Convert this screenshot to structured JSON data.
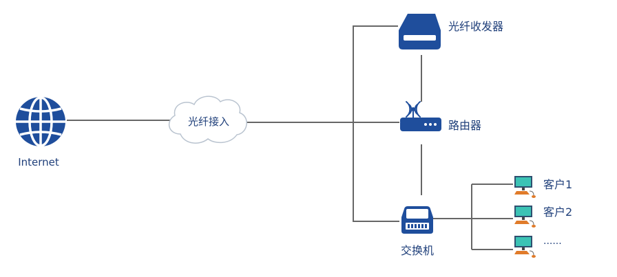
{
  "nodes": {
    "internet": {
      "label": "Internet",
      "icon": "globe-icon"
    },
    "fiber_access": {
      "label": "光纤接入",
      "icon": "cloud-icon"
    },
    "transceiver": {
      "label": "光纤收发器",
      "icon": "fiber-transceiver-icon"
    },
    "router": {
      "label": "路由器",
      "icon": "router-icon"
    },
    "switch": {
      "label": "交换机",
      "icon": "switch-icon"
    },
    "clients": [
      {
        "label": "客户1",
        "icon": "computer-icon"
      },
      {
        "label": "客户2",
        "icon": "computer-icon"
      },
      {
        "label": "......",
        "icon": "computer-icon"
      }
    ]
  },
  "colors": {
    "primary": "#1f4e9c",
    "line": "#666666",
    "label": "#1f3f7a",
    "monitor_screen": "#3cc3b5",
    "keyboard": "#e07b2a"
  }
}
